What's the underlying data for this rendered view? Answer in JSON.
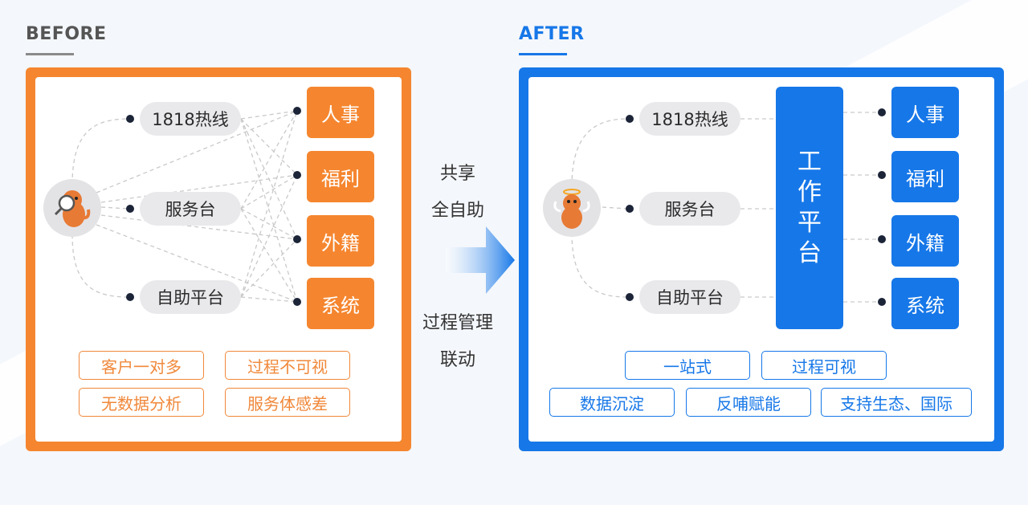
{
  "before": {
    "title": "BEFORE",
    "channels": [
      "1818热线",
      "服务台",
      "自助平台"
    ],
    "services": [
      "人事",
      "福利",
      "外籍",
      "系统"
    ],
    "problems": [
      "客户一对多",
      "过程不可视",
      "无数据分析",
      "服务体感差"
    ]
  },
  "middle": {
    "top_line1": "共享",
    "top_line2": "全自助",
    "bottom_line1": "过程管理",
    "bottom_line2": "联动"
  },
  "after": {
    "title": "AFTER",
    "channels": [
      "1818热线",
      "服务台",
      "自助平台"
    ],
    "hub_chars": [
      "工",
      "作",
      "平",
      "台"
    ],
    "services": [
      "人事",
      "福利",
      "外籍",
      "系统"
    ],
    "benefits_row1": [
      "一站式",
      "过程可视"
    ],
    "benefits_row2": [
      "数据沉淀",
      "反哺赋能",
      "支持生态、国际"
    ]
  },
  "colors": {
    "orange": "#f5862f",
    "blue": "#1677e8",
    "dark_dot": "#1c2438",
    "pill_bg": "#e9e9ec",
    "before_title": "#555555",
    "after_title": "#1677e8"
  },
  "icons": {
    "before_avatar": "mascot-magnifier-icon",
    "after_avatar": "mascot-angel-icon",
    "arrow": "right-arrow-icon"
  }
}
